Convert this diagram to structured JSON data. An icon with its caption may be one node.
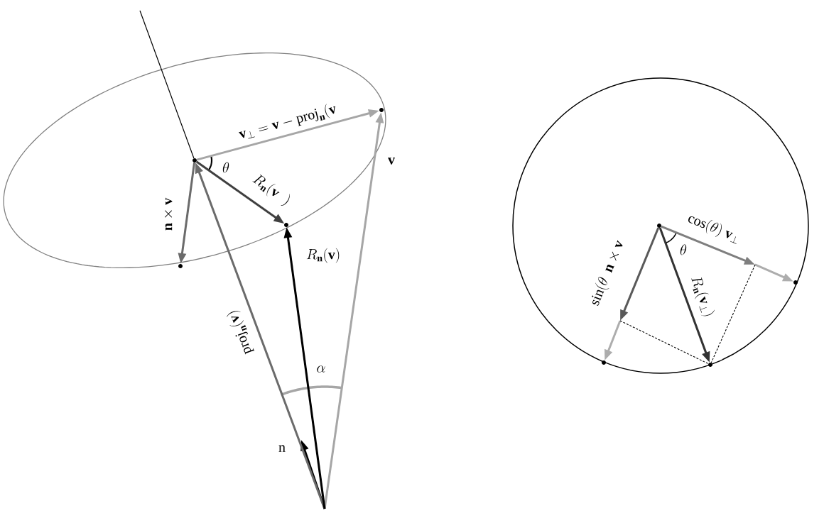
{
  "diagram": {
    "nodes": [
      {
        "text": [],
        "shape": "dot"
      },
      {
        "text": [],
        "shape": "dot"
      },
      {
        "text": [],
        "shape": "dot"
      },
      {
        "text": [],
        "shape": "dot"
      },
      {
        "text": [],
        "shape": "dot"
      },
      {
        "text": [],
        "shape": "dot"
      },
      {
        "text": [],
        "shape": "dot"
      },
      {
        "text": [],
        "shape": "dot"
      }
    ],
    "edges": [
      {
        "from": null,
        "to": 0,
        "arrow": "to",
        "label": "\\mathrm{proj}_{\\mathbf{n}}(\\mathbf{v})",
        "color": "#6b6b6b"
      },
      {
        "from": null,
        "to": 1,
        "arrow": "to",
        "label": "\\mathbf{v}",
        "color": "#a6a6a6"
      },
      {
        "from": null,
        "to": 2,
        "arrow": "to",
        "label": "R_{\\mathbf{n}}(\\mathbf{v})",
        "color": "#000000"
      },
      {
        "from": 0,
        "to": 1,
        "arrow": "to",
        "label": "\\mathbf{v}_{\\perp} = \\mathbf{v} - \\mathrm{proj}_{\\mathbf{n}}(\\mathbf{v}",
        "color": "#a6a6a6"
      },
      {
        "from": 0,
        "to": 2,
        "arrow": "to",
        "label": "R_{\\mathbf{n}}(\\mathbf{v}\\;\\;)",
        "color": "#404040"
      },
      {
        "from": 0,
        "to": 3,
        "arrow": "to",
        "label": "\\mathbf{n}\\times\\mathbf{v}",
        "color": "#6b6b6b"
      },
      {
        "from": 0,
        "to": null,
        "arrow": "none",
        "color": "#000000"
      },
      {
        "from": 4,
        "to": null,
        "arrow": "to",
        "label": "\\cos(\\theta)\\ \\mathbf{v}_{\\perp}",
        "color": "#7f7f7f"
      },
      {
        "from": null,
        "to": 5,
        "arrow": "to",
        "color": "#adadad"
      },
      {
        "from": 4,
        "to": null,
        "arrow": "to",
        "label": "\\sin(\\theta\\ \\ \\mathbf{n}\\times\\mathbf{v}",
        "color": "#595959"
      },
      {
        "from": null,
        "to": 7,
        "arrow": "to",
        "color": "#adadad"
      },
      {
        "from": 4,
        "to": 6,
        "arrow": "to",
        "label": "R_{\\mathbf{n}}(\\mathbf{v}_{\\perp})",
        "color": "#333333"
      },
      {
        "from": null,
        "to": 6,
        "arrow": "none",
        "style": "dashed",
        "color": "#000000"
      },
      {
        "from": null,
        "to": 6,
        "arrow": "none",
        "style": "dashed",
        "color": "#000000"
      }
    ],
    "labels": [
      "\\theta",
      "\\alpha",
      "\\theta",
      "\\mathrm{n}"
    ]
  }
}
